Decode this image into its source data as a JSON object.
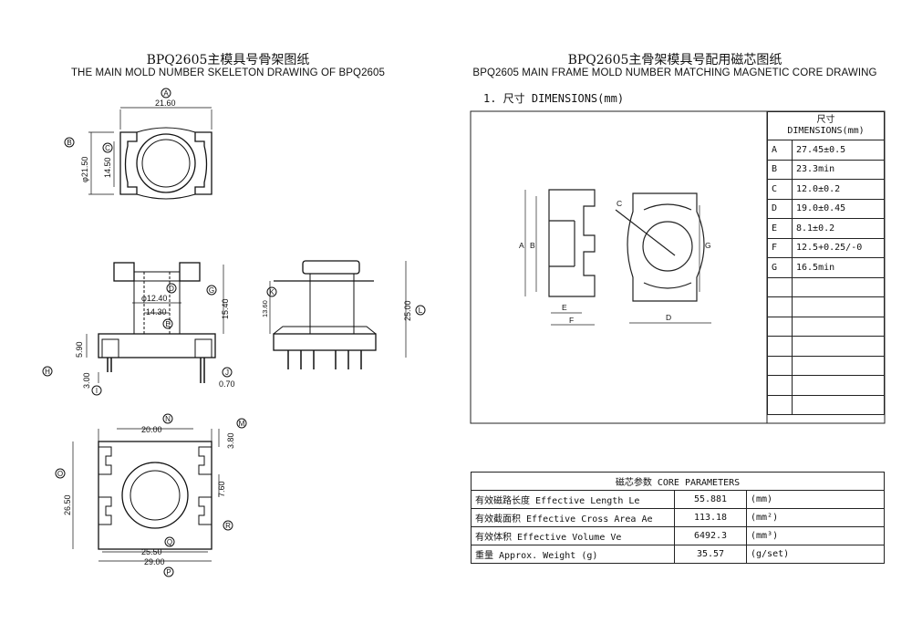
{
  "left": {
    "title_cn": "BPQ2605主模具号骨架图纸",
    "title_en": "THE MAIN MOLD NUMBER SKELETON DRAWING OF BPQ2605",
    "dims": {
      "a_width": "21.60",
      "b_dia": "φ21.50",
      "c_dia": "14.50",
      "d_dia": "φ12.40",
      "e_width": "14.30",
      "g_height": "15.40",
      "h_height": "5.90",
      "i_pin": "3.00",
      "j_pin": "0.70",
      "k_height": "13.60",
      "l_height": "25.00",
      "m_slot": "3.80",
      "n_width": "20.00",
      "o_height": "26.50",
      "p_width": "29.00",
      "q_width": "25.50",
      "r_gap": "7.60"
    },
    "circle_labels": [
      "A",
      "B",
      "C",
      "D",
      "E",
      "G",
      "H",
      "I",
      "J",
      "K",
      "L",
      "M",
      "N",
      "O",
      "P",
      "Q",
      "R"
    ]
  },
  "right": {
    "title_cn": "BPQ2605主骨架模具号配用磁芯图纸",
    "title_en": "BPQ2605 MAIN FRAME MOLD NUMBER MATCHING MAGNETIC CORE DRAWING",
    "section_label": "1.  尺寸 DIMENSIONS(mm)",
    "drawing_letters": [
      "A",
      "B",
      "C",
      "D",
      "E",
      "F",
      "G"
    ],
    "dim_table": {
      "header_cn": "尺寸",
      "header_en": "DIMENSIONS(mm)",
      "rows": [
        {
          "key": "A",
          "value": "27.45±0.5"
        },
        {
          "key": "B",
          "value": "23.3min"
        },
        {
          "key": "C",
          "value": "12.0±0.2"
        },
        {
          "key": "D",
          "value": "19.0±0.45"
        },
        {
          "key": "E",
          "value": "8.1±0.2"
        },
        {
          "key": "F",
          "value": "12.5+0.25/-0"
        },
        {
          "key": "G",
          "value": "16.5min"
        },
        {
          "key": "",
          "value": ""
        },
        {
          "key": "",
          "value": ""
        },
        {
          "key": "",
          "value": ""
        },
        {
          "key": "",
          "value": ""
        },
        {
          "key": "",
          "value": ""
        },
        {
          "key": "",
          "value": ""
        },
        {
          "key": "",
          "value": ""
        }
      ]
    },
    "core_params": {
      "header": "磁芯参数   CORE PARAMETERS",
      "rows": [
        {
          "label": "有效磁路长度 Effective Length  Le",
          "value": "55.881",
          "unit": "(mm)"
        },
        {
          "label": "有效截面积 Effective Cross Area Ae",
          "value": "113.18",
          "unit": "(mm²)"
        },
        {
          "label": "有效体积 Effective Volume Ve",
          "value": "6492.3",
          "unit": "(mm³)"
        },
        {
          "label": "重量 Approx. Weight (g)",
          "value": "35.57",
          "unit": "(g/set)"
        }
      ]
    }
  }
}
